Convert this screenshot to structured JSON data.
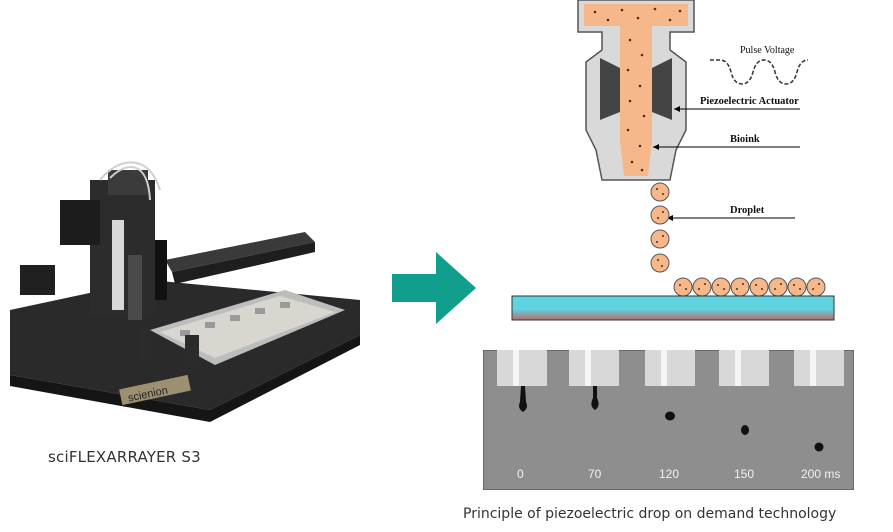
{
  "left_panel": {
    "caption": "sciFLEXARRAYER S3",
    "brand_mark": "scienion"
  },
  "diagram": {
    "labels": {
      "pulse": "Pulse Voltage",
      "actuator": "Piezoelectric Actuator",
      "bioink": "Bioink",
      "droplet": "Droplet"
    },
    "colors": {
      "ink": "#f6b88a",
      "body": "#d7d7d7",
      "actuator": "#444444",
      "substrate_top": "#5fd3e0",
      "substrate_bottom": "#b86d6d",
      "arrow": "#119e8c"
    }
  },
  "sequence": {
    "times": [
      "0",
      "70",
      "120",
      "150",
      "200 ms"
    ]
  },
  "caption": "Principle of piezoelectric drop on demand technology"
}
